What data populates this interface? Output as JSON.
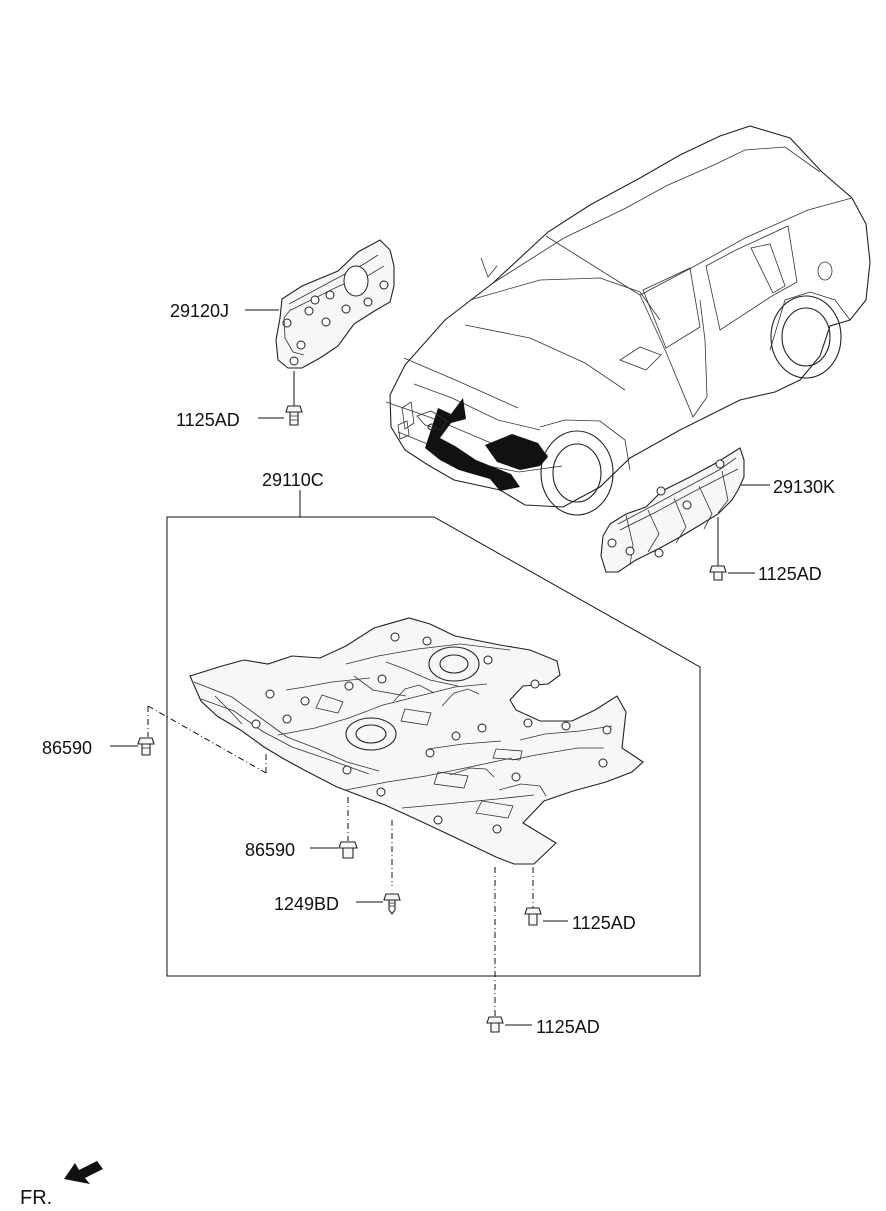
{
  "labels": {
    "main_cover": "29110C",
    "left_cover": "29120J",
    "right_cover": "29130K",
    "bolt_top_left": "1125AD",
    "bolt_right_cover": "1125AD",
    "clip_left": "86590",
    "clip_center": "86590",
    "screw": "1249BD",
    "bolt_under_right": "1125AD",
    "bolt_bottom": "1125AD"
  },
  "orientation": {
    "label": "FR."
  }
}
